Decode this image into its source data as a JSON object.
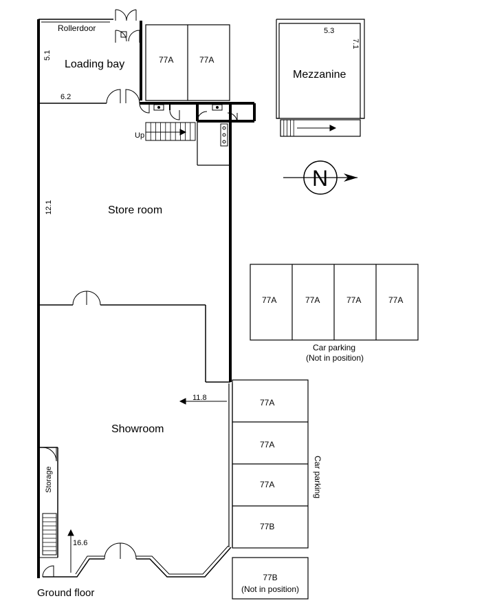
{
  "floor_label": "Ground floor",
  "rooms": {
    "loading_bay": "Loading bay",
    "store_room": "Store room",
    "showroom": "Showroom",
    "mezzanine": "Mezzanine",
    "storage": "Storage"
  },
  "labels": {
    "rollerdoor": "Rollerdoor",
    "up": "Up",
    "north": "N"
  },
  "dimensions": {
    "loading_bay_height": "5.1",
    "loading_bay_width": "6.2",
    "store_room_length": "12.1",
    "showroom_width": "11.8",
    "showroom_length": "16.6",
    "mezzanine_width": "5.3",
    "mezzanine_length": "7.1"
  },
  "parking": {
    "top_bays": [
      "77A",
      "77A"
    ],
    "row_bays": [
      "77A",
      "77A",
      "77A",
      "77A"
    ],
    "row_caption_1": "Car parking",
    "row_caption_2": "(Not in position)",
    "side_bays": [
      "77A",
      "77A",
      "77A",
      "77B"
    ],
    "side_caption": "Car parking",
    "separate_bay": "77B",
    "separate_caption": "(Not in position)"
  },
  "colors": {
    "wall": "#000000",
    "background": "#ffffff"
  }
}
